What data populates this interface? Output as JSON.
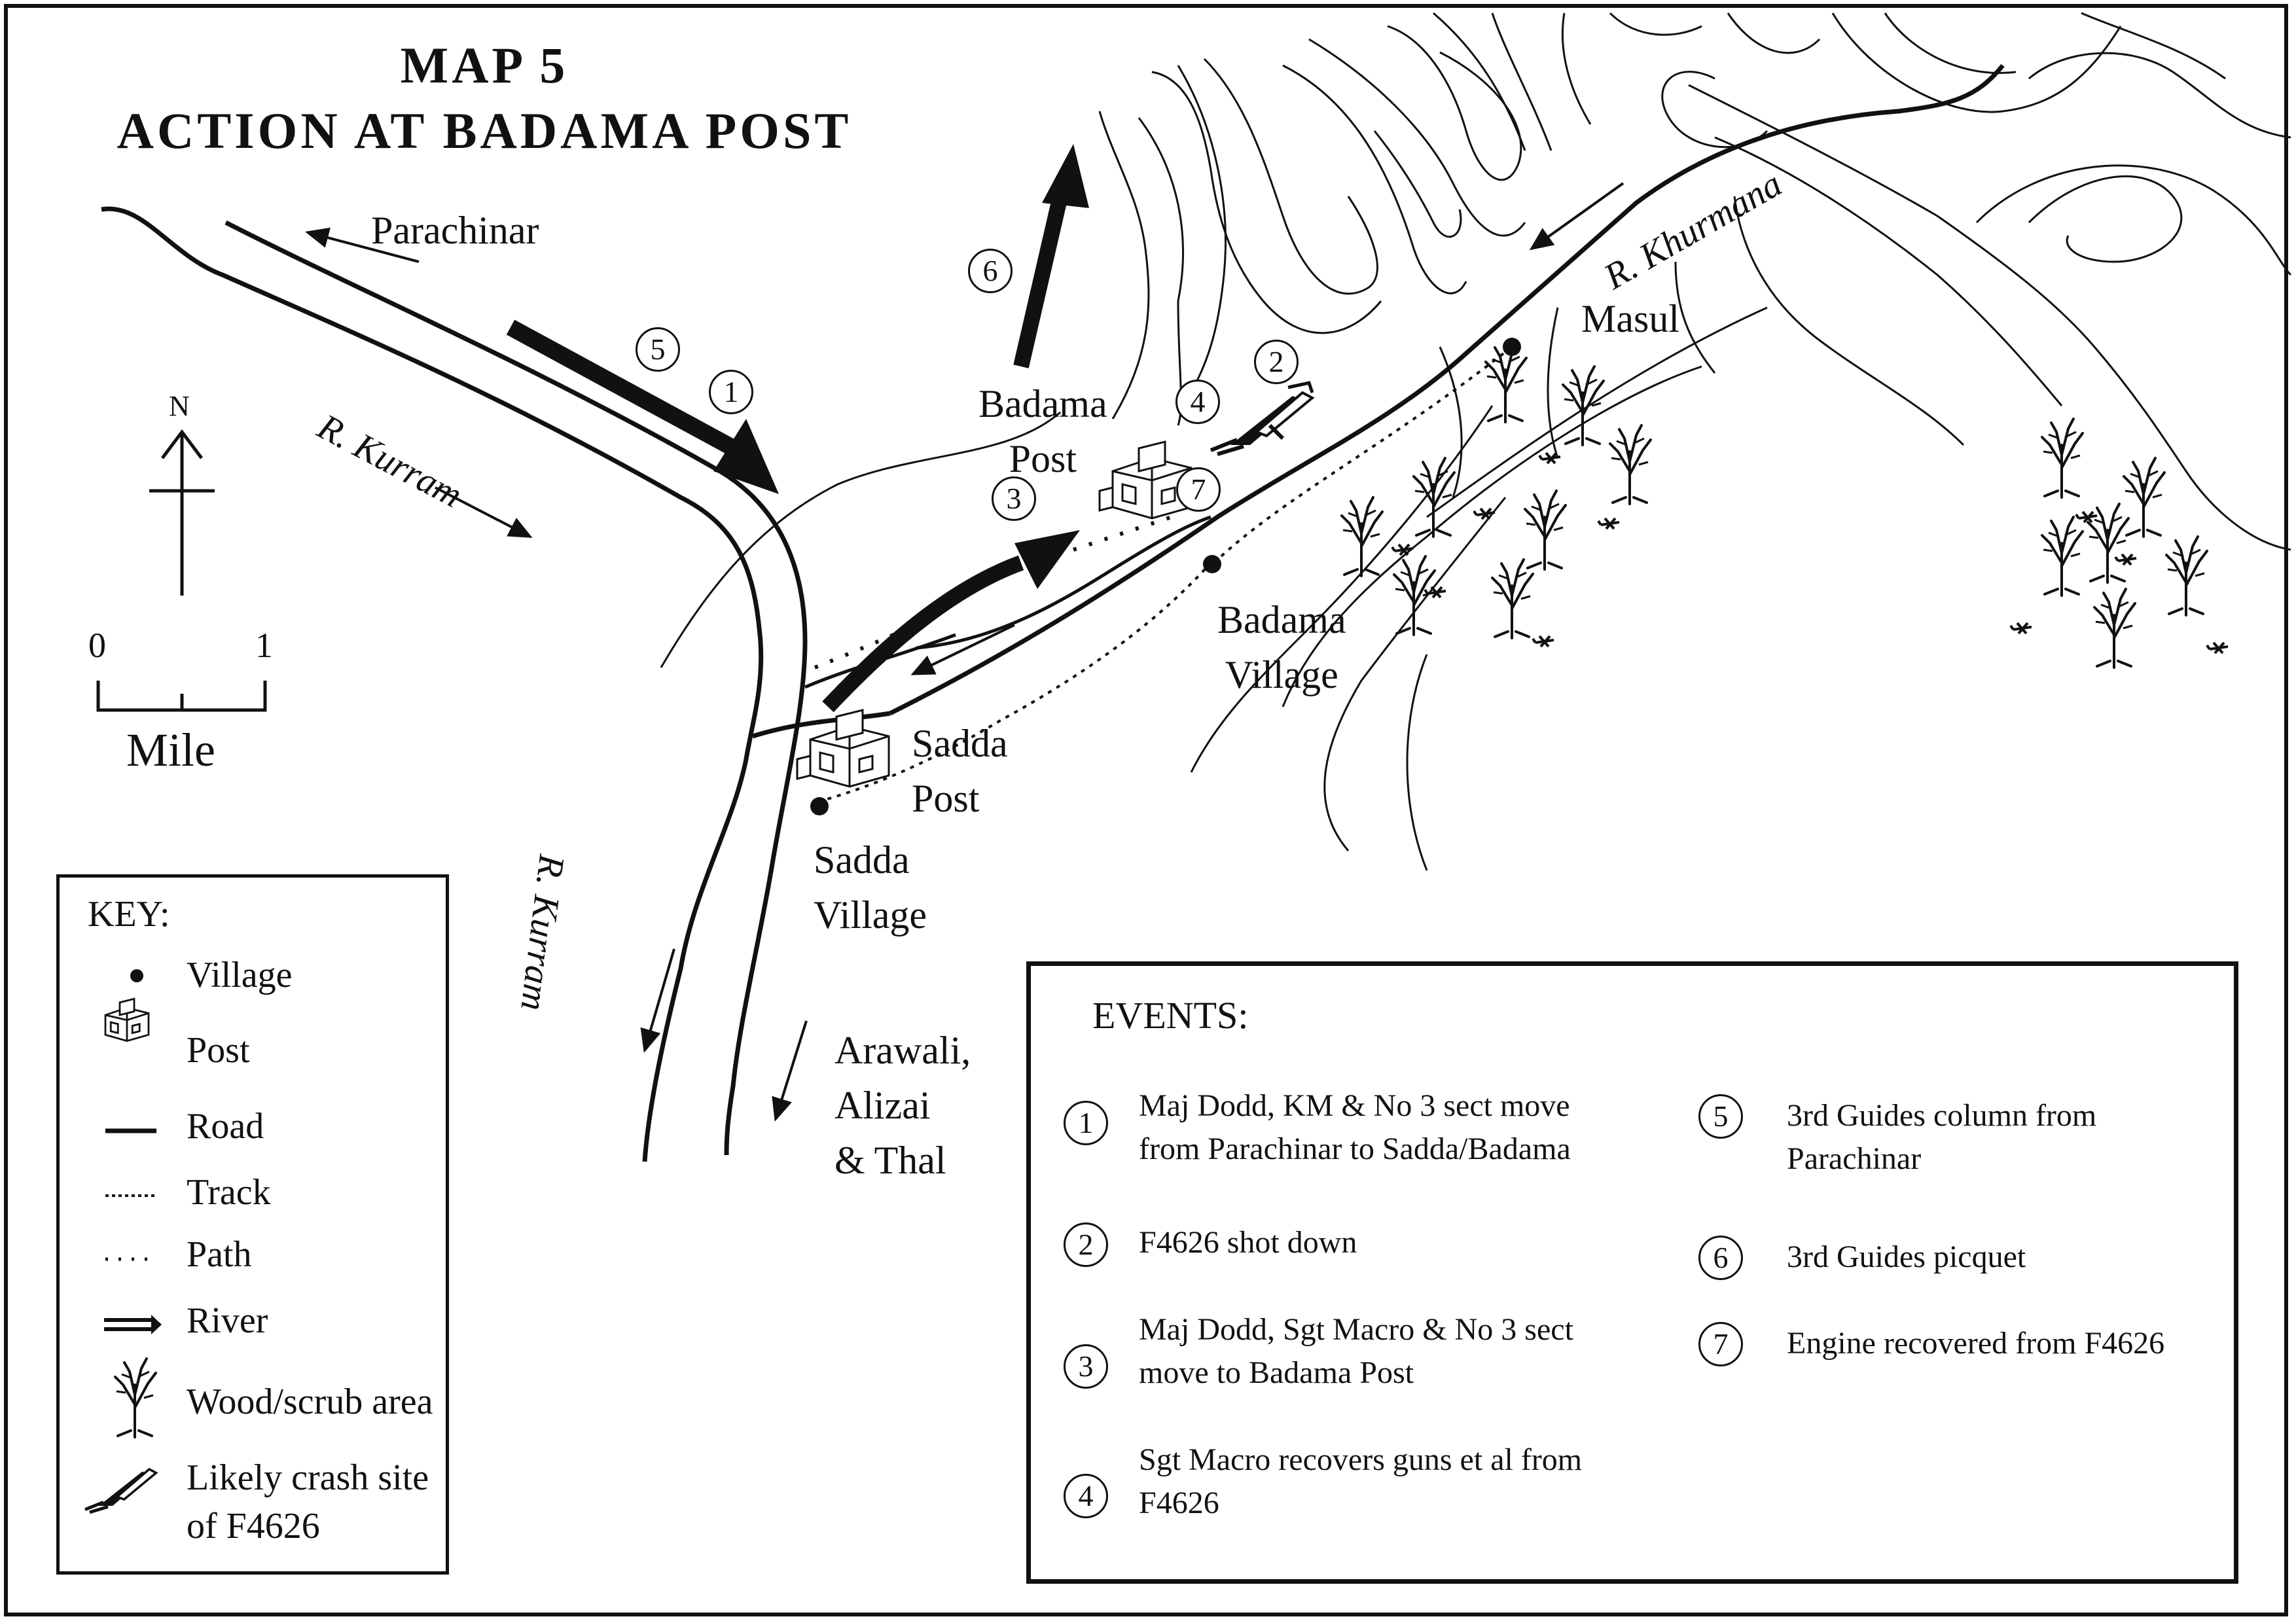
{
  "title": {
    "line1": "MAP 5",
    "line2": "ACTION AT BADAMA POST"
  },
  "scale": {
    "north": "N",
    "start": "0",
    "end": "1",
    "unit": "Mile"
  },
  "places": {
    "parachinar": "Parachinar",
    "badama_post": [
      "Badama",
      "Post"
    ],
    "sadda_post": [
      "Sadda",
      "Post"
    ],
    "sadda_village": [
      "Sadda",
      "Village"
    ],
    "badama_village": [
      "Badama",
      "Village"
    ],
    "masul": "Masul",
    "arawali": [
      "Arawali,",
      "Alizai",
      "& Thal"
    ]
  },
  "rivers": {
    "kurram_upper": "R. Kurram",
    "kurram_lower": "R. Kurram",
    "khurmana": "R. Khurmana"
  },
  "map_markers": [
    "1",
    "2",
    "3",
    "4",
    "5",
    "6",
    "7"
  ],
  "key": {
    "heading": "KEY:",
    "items": [
      {
        "label": "Village",
        "icon": "village-dot-icon"
      },
      {
        "label": "Post",
        "icon": "post-building-icon"
      },
      {
        "label": "Road",
        "icon": "road-line-icon"
      },
      {
        "label": "Track",
        "icon": "track-line-icon"
      },
      {
        "label": "Path",
        "icon": "path-line-icon"
      },
      {
        "label": "River",
        "icon": "river-arrow-icon"
      },
      {
        "label": "Wood/scrub area",
        "icon": "tree-icon"
      },
      {
        "label": "Likely crash site",
        "label2": "of F4626",
        "icon": "crash-site-icon"
      }
    ]
  },
  "events": {
    "heading": "EVENTS:",
    "items": [
      {
        "num": "1",
        "lines": [
          "Maj Dodd, KM & No 3 sect move",
          "from Parachinar to Sadda/Badama"
        ]
      },
      {
        "num": "2",
        "lines": [
          "F4626 shot down"
        ]
      },
      {
        "num": "3",
        "lines": [
          "Maj Dodd, Sgt Macro & No 3 sect",
          "move to Badama Post"
        ]
      },
      {
        "num": "4",
        "lines": [
          "Sgt Macro recovers guns et al from",
          "F4626"
        ]
      },
      {
        "num": "5",
        "lines": [
          "3rd Guides column from",
          "Parachinar"
        ]
      },
      {
        "num": "6",
        "lines": [
          "3rd Guides picquet"
        ]
      },
      {
        "num": "7",
        "lines": [
          "Engine recovered from F4626"
        ]
      }
    ]
  }
}
